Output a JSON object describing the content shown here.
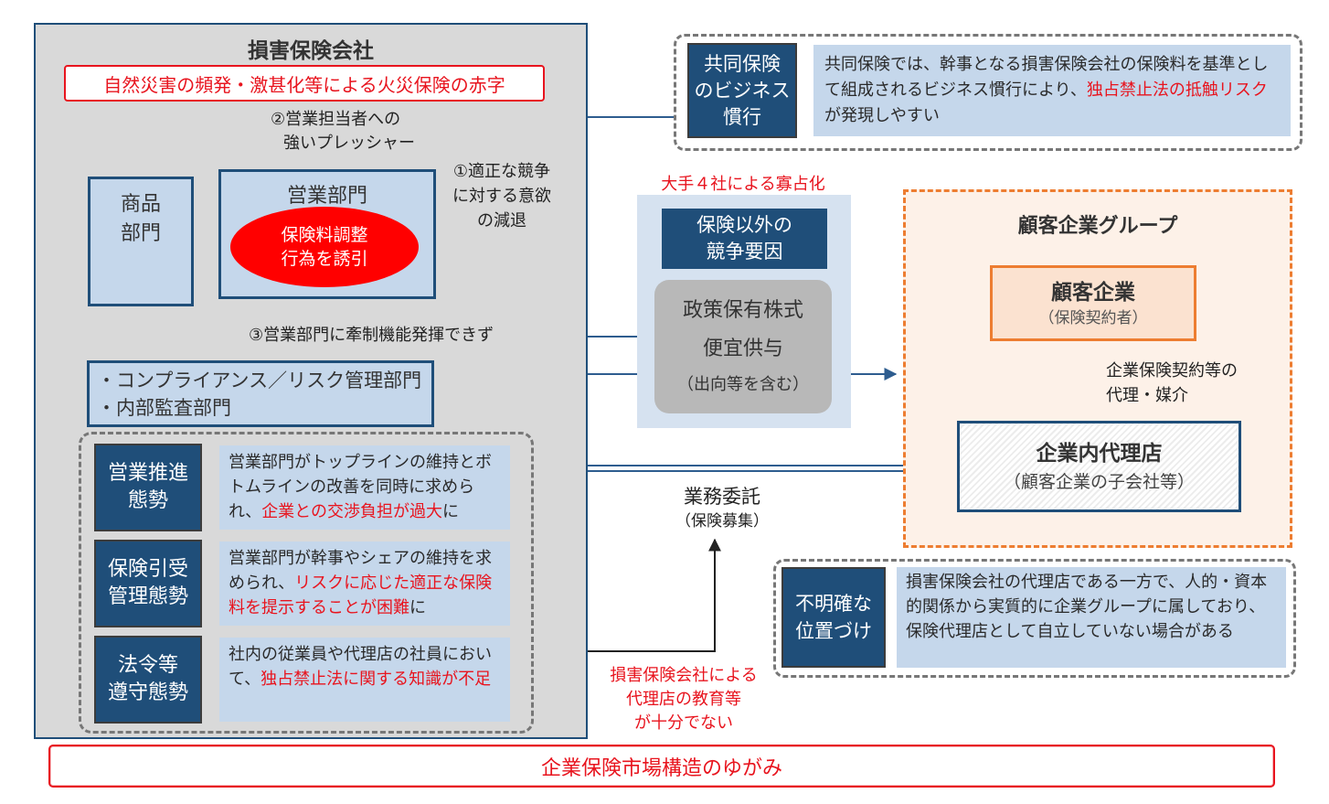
{
  "company": {
    "title": "損害保険会社",
    "deficit": "自然災害の頻発・激甚化等による火災保険の赤字",
    "pressure_line1": "②営業担当者への",
    "pressure_line2": "強いプレッシャー",
    "product_dept_line1": "商品",
    "product_dept_line2": "部門",
    "sales_dept": "営業部門",
    "premium_adjust_line1": "保険料調整",
    "premium_adjust_line2": "行為を誘引",
    "competition_line1": "①適正な競争",
    "competition_line2": "に対する意欲",
    "competition_line3": "の減退",
    "restraint": "③営業部門に牽制機能発揮できず",
    "compliance_line1": "・コンプライアンス／リスク管理部門",
    "compliance_line2": "・内部監査部門"
  },
  "postures": [
    {
      "label_line1": "営業推進",
      "label_line2": "態勢",
      "text_plain": "営業部門がトップラインの維持とボトムラインの改善を同時に求められ、",
      "text_red": "企業との交渉負担が過大",
      "text_tail": "に"
    },
    {
      "label_line1": "保険引受",
      "label_line2": "管理態勢",
      "text_plain": "営業部門が幹事やシェアの維持を求められ、",
      "text_red": "リスクに応じた適正な保険料を提示することが困難",
      "text_tail": "に"
    },
    {
      "label_line1": "法令等",
      "label_line2": "遵守態勢",
      "text_plain": "社内の従業員や代理店の社員において、",
      "text_red": "独占禁止法に関する知識が不足",
      "text_tail": ""
    }
  ],
  "coinsurance": {
    "label_line1": "共同保険",
    "label_line2": "のビジネス",
    "label_line3": "慣行",
    "text_plain": "共同保険では、幹事となる損害保険会社の保険料を基準として組成されるビジネス慣行により、",
    "text_red": "独占禁止法の抵触リスク",
    "text_tail": "が発現しやすい"
  },
  "oligopoly": {
    "title": "大手４社による寡占化",
    "factor_line1": "保険以外の",
    "factor_line2": "競争要因",
    "policy_line1": "政策保有株式",
    "policy_line2": "便宜供与",
    "policy_line3": "（出向等を含む）"
  },
  "client_group": {
    "title": "顧客企業グループ",
    "client": "顧客企業",
    "client_sub": "（保険契約者）",
    "agency_line1": "企業保険契約等の",
    "agency_line2": "代理・媒介",
    "inhouse": "企業内代理店",
    "inhouse_sub": "（顧客企業の子会社等）"
  },
  "consignment": {
    "line1": "業務委託",
    "line2": "（保険募集）"
  },
  "education": {
    "line1": "損害保険会社による",
    "line2": "代理店の教育等",
    "line3": "が十分でない"
  },
  "unclear": {
    "label_line1": "不明確な",
    "label_line2": "位置づけ",
    "text": "損害保険会社の代理店である一方で、人的・資本的関係から実質的に企業グループに属しており、保険代理店として自立していない場合がある"
  },
  "bottom": "企業保険市場構造のゆがみ",
  "colors": {
    "navy": "#1f4e79",
    "light_blue": "#c5d7eb",
    "gray_panel": "#d9d9d9",
    "red": "#e8141e",
    "orange": "#ed7d31",
    "arrow": "#2e5d8f"
  }
}
